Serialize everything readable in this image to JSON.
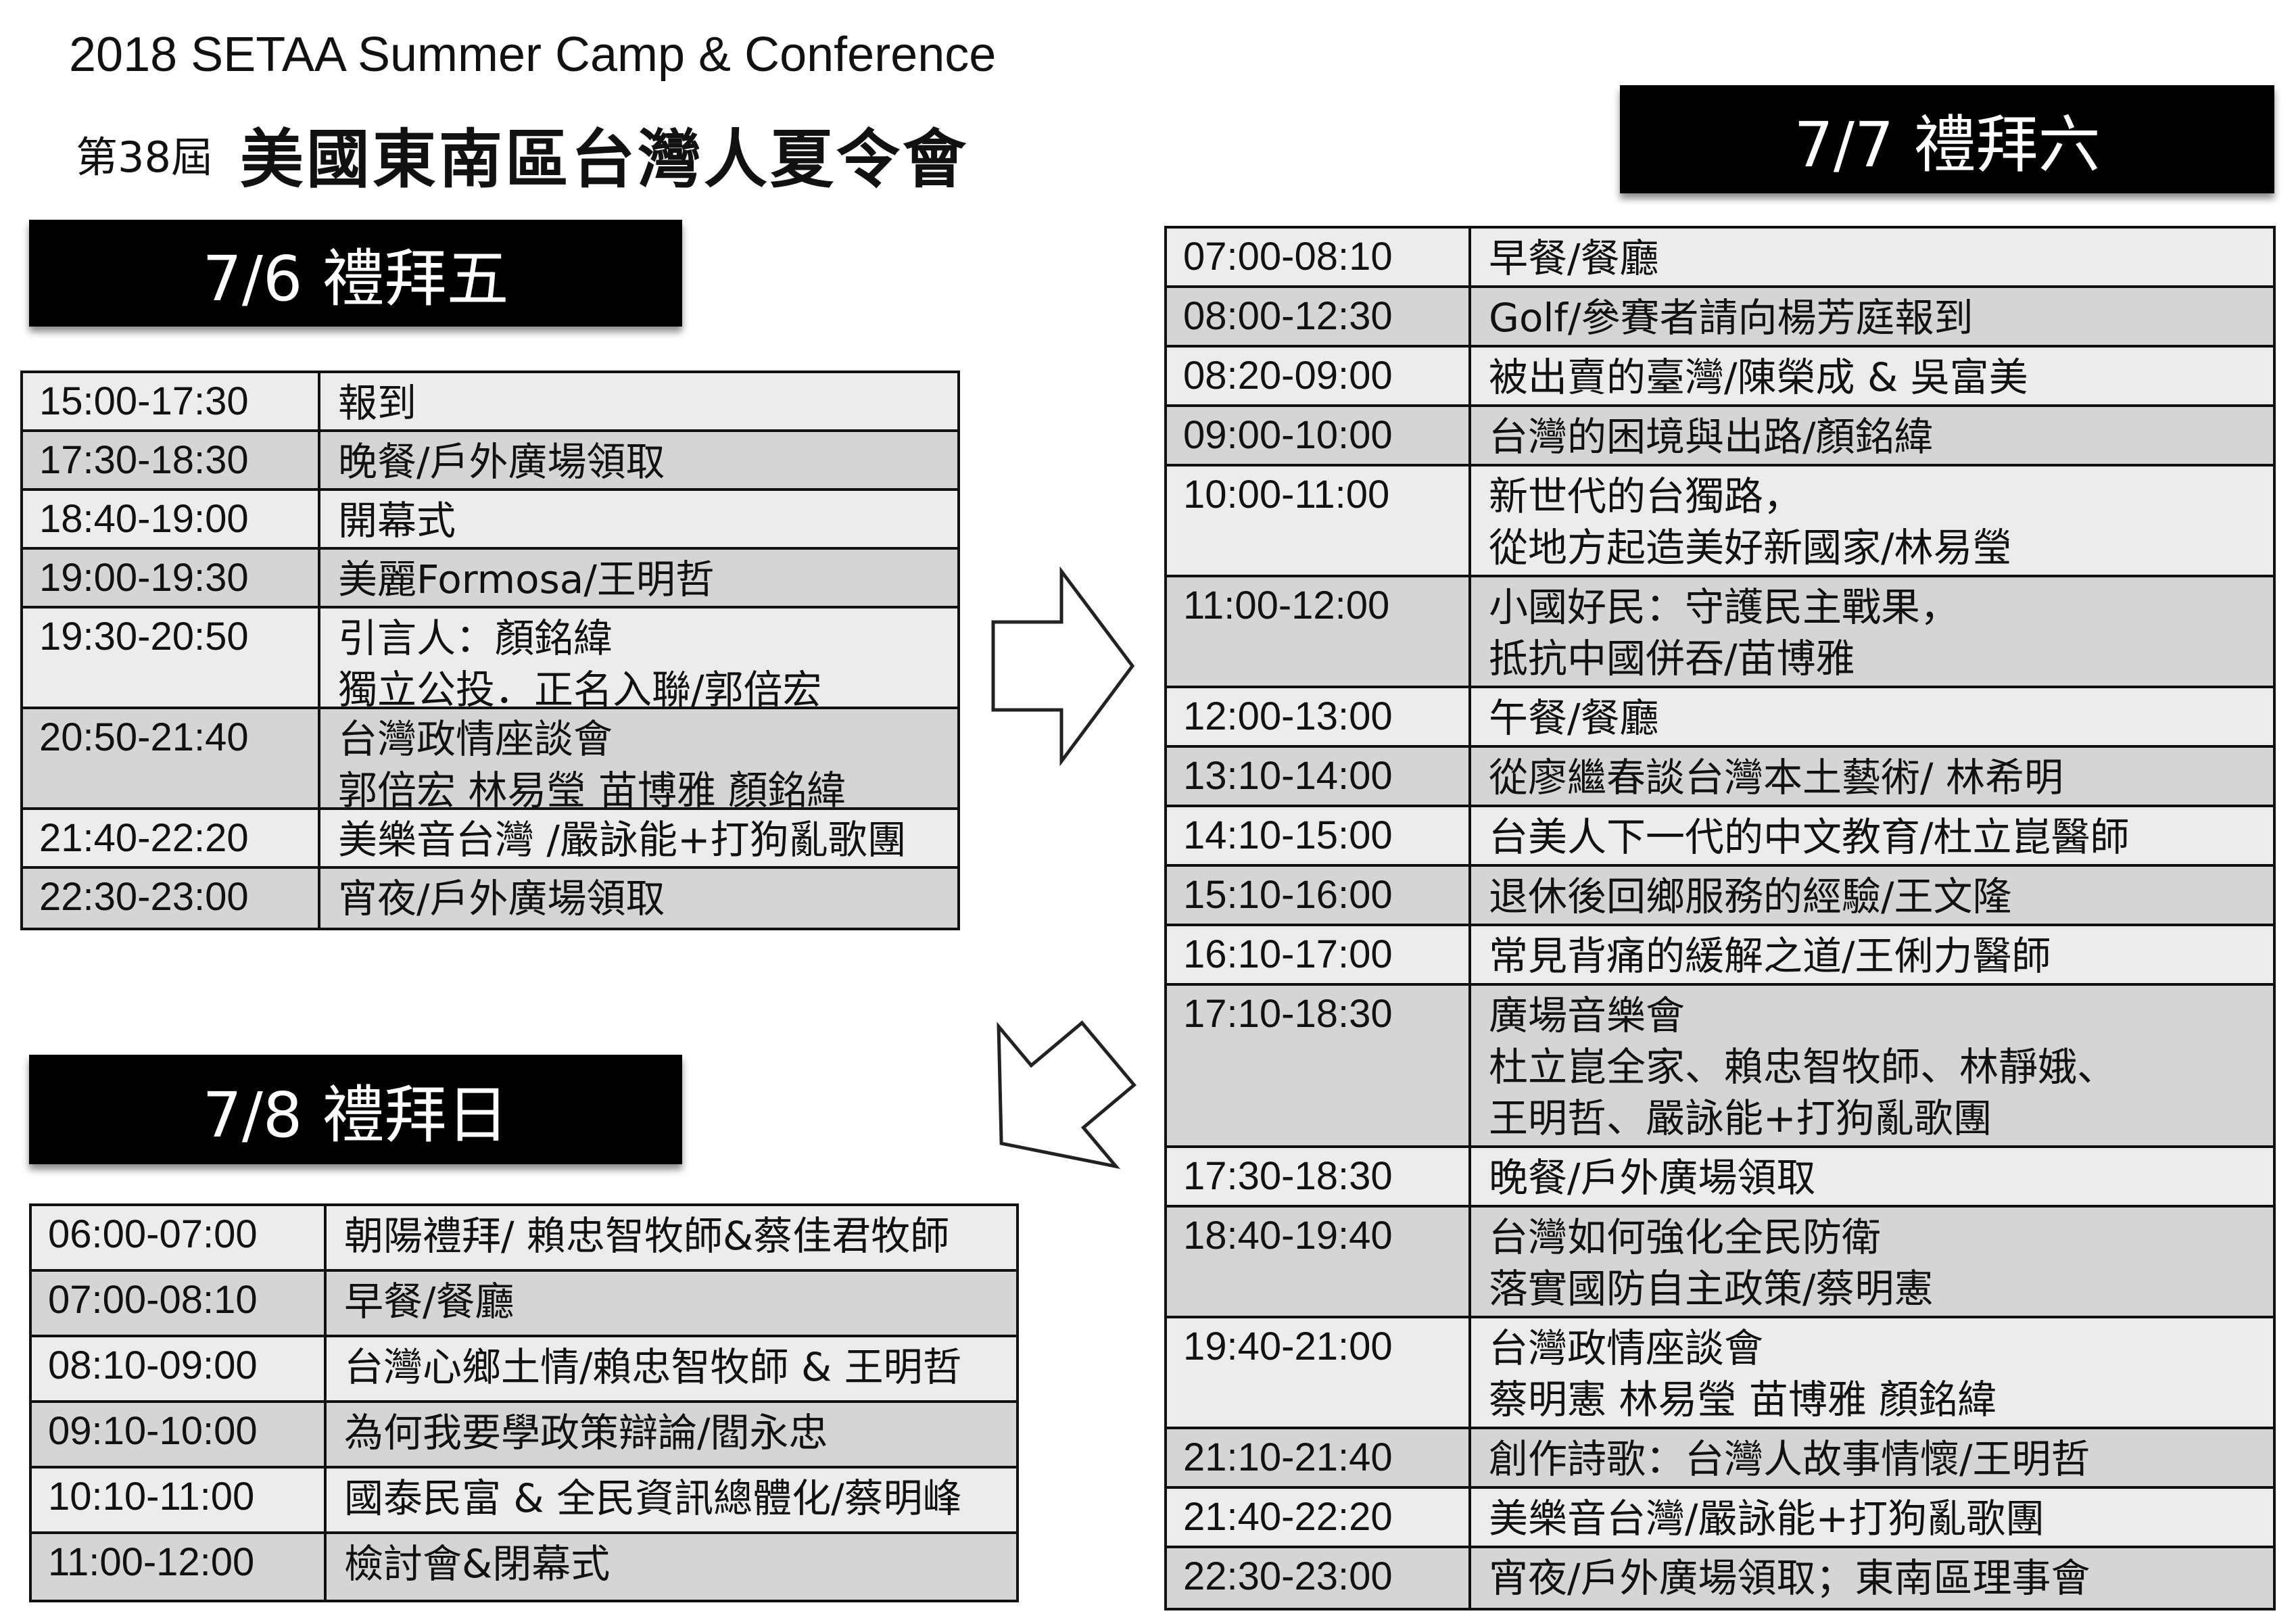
{
  "header": {
    "title_en": "2018 SETAA Summer Camp & Conference",
    "edition": "第38屆",
    "title_zh": "美國東南區台灣人夏令會"
  },
  "days": [
    {
      "label": "7/6 禮拜五",
      "rows": [
        {
          "time": "15:00-17:30",
          "desc": [
            "報到"
          ]
        },
        {
          "time": "17:30-18:30",
          "desc": [
            "晚餐/戶外廣場領取"
          ]
        },
        {
          "time": "18:40-19:00",
          "desc": [
            "開幕式"
          ]
        },
        {
          "time": "19:00-19:30",
          "desc": [
            "美麗Formosa/王明哲"
          ]
        },
        {
          "time": "19:30-20:50",
          "desc": [
            "引言人：顏銘緯",
            "獨立公投．正名入聯/郭倍宏"
          ]
        },
        {
          "time": "20:50-21:40",
          "desc": [
            "台灣政情座談會",
            "郭倍宏 林易瑩 苗博雅 顏銘緯"
          ]
        },
        {
          "time": "21:40-22:20",
          "desc": [
            "美樂音台灣 /嚴詠能+打狗亂歌團"
          ]
        },
        {
          "time": "22:30-23:00",
          "desc": [
            "宵夜/戶外廣場領取"
          ]
        }
      ]
    },
    {
      "label": "7/7 禮拜六",
      "rows": [
        {
          "time": "07:00-08:10",
          "desc": [
            "早餐/餐廳"
          ]
        },
        {
          "time": "08:00-12:30",
          "desc": [
            "Golf/參賽者請向楊芳庭報到"
          ]
        },
        {
          "time": "08:20-09:00",
          "desc": [
            "被出賣的臺灣/陳榮成 & 吳富美"
          ]
        },
        {
          "time": "09:00-10:00",
          "desc": [
            "台灣的困境與出路/顏銘緯"
          ]
        },
        {
          "time": "10:00-11:00",
          "desc": [
            "新世代的台獨路，",
            "從地方起造美好新國家/林易瑩"
          ]
        },
        {
          "time": "11:00-12:00",
          "desc": [
            "小國好民：守護民主戰果，",
            "抵抗中國併吞/苗博雅"
          ]
        },
        {
          "time": "12:00-13:00",
          "desc": [
            "午餐/餐廳"
          ]
        },
        {
          "time": "13:10-14:00",
          "desc": [
            "從廖繼春談台灣本土藝術/ 林希明"
          ]
        },
        {
          "time": "14:10-15:00",
          "desc": [
            "台美人下一代的中文教育/杜立崑醫師"
          ]
        },
        {
          "time": "15:10-16:00",
          "desc": [
            "退休後回鄉服務的經驗/王文隆"
          ]
        },
        {
          "time": "16:10-17:00",
          "desc": [
            "常見背痛的緩解之道/王俐力醫師"
          ]
        },
        {
          "time": "17:10-18:30",
          "desc": [
            "廣場音樂會",
            "杜立崑全家、賴忠智牧師、林靜娥、",
            "王明哲、嚴詠能+打狗亂歌團"
          ]
        },
        {
          "time": "17:30-18:30",
          "desc": [
            "晚餐/戶外廣場領取"
          ]
        },
        {
          "time": "18:40-19:40",
          "desc": [
            "台灣如何強化全民防衛",
            "落實國防自主政策/蔡明憲"
          ]
        },
        {
          "time": "19:40-21:00",
          "desc": [
            "台灣政情座談會",
            "蔡明憲 林易瑩 苗博雅 顏銘緯"
          ]
        },
        {
          "time": "21:10-21:40",
          "desc": [
            "創作詩歌：台灣人故事情懷/王明哲"
          ]
        },
        {
          "time": "21:40-22:20",
          "desc": [
            "美樂音台灣/嚴詠能+打狗亂歌團"
          ]
        },
        {
          "time": "22:30-23:00",
          "desc": [
            "宵夜/戶外廣場領取；東南區理事會"
          ]
        }
      ]
    },
    {
      "label": "7/8 禮拜日",
      "rows": [
        {
          "time": "06:00-07:00",
          "desc": [
            "朝陽禮拜/ 賴忠智牧師&蔡佳君牧師"
          ]
        },
        {
          "time": "07:00-08:10",
          "desc": [
            "早餐/餐廳"
          ]
        },
        {
          "time": "08:10-09:00",
          "desc": [
            "台灣心鄉土情/賴忠智牧師 & 王明哲"
          ]
        },
        {
          "time": "09:10-10:00",
          "desc": [
            "為何我要學政策辯論/閻永忠"
          ]
        },
        {
          "time": "10:10-11:00",
          "desc": [
            "國泰民富 & 全民資訊總體化/蔡明峰"
          ]
        },
        {
          "time": "11:00-12:00",
          "desc": [
            "檢討會&閉幕式"
          ]
        }
      ]
    }
  ],
  "colors": {
    "row_light": "#ececec",
    "row_dark": "#d5d5d5",
    "day_box": "#000000"
  }
}
